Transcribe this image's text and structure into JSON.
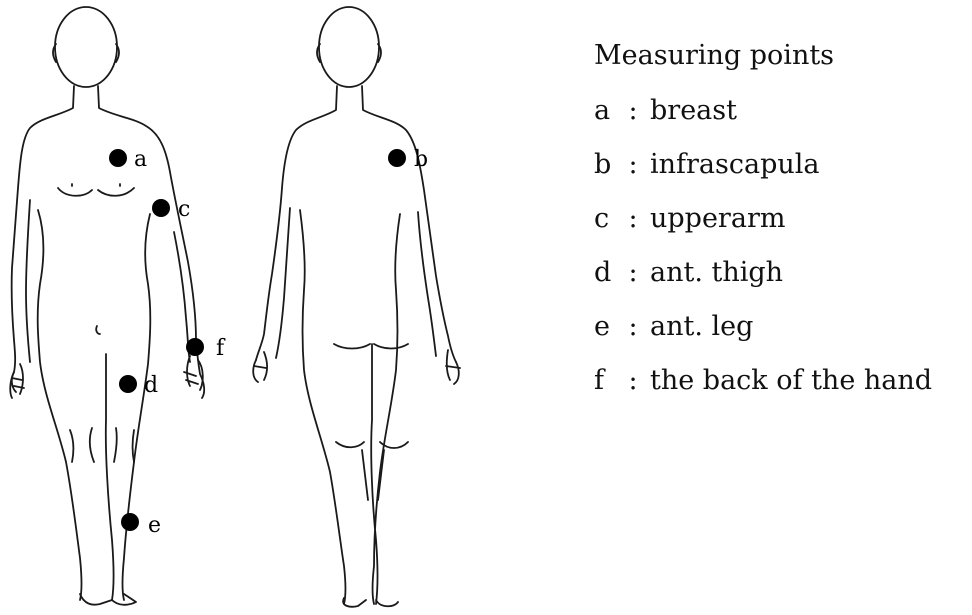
{
  "legend": {
    "title": "Measuring points",
    "separator": ":",
    "items": [
      {
        "key": "a",
        "label": "breast"
      },
      {
        "key": "b",
        "label": "infrascapula"
      },
      {
        "key": "c",
        "label": "upperarm"
      },
      {
        "key": "d",
        "label": "ant. thigh"
      },
      {
        "key": "e",
        "label": "ant. leg"
      },
      {
        "key": "f",
        "label": "the back of the hand"
      }
    ]
  },
  "markers": {
    "front": [
      "a",
      "c",
      "d",
      "e",
      "f"
    ],
    "back": [
      "b"
    ]
  },
  "colors": {
    "outline": "#1a1a1a",
    "dot": "#000000",
    "background": "#ffffff"
  }
}
